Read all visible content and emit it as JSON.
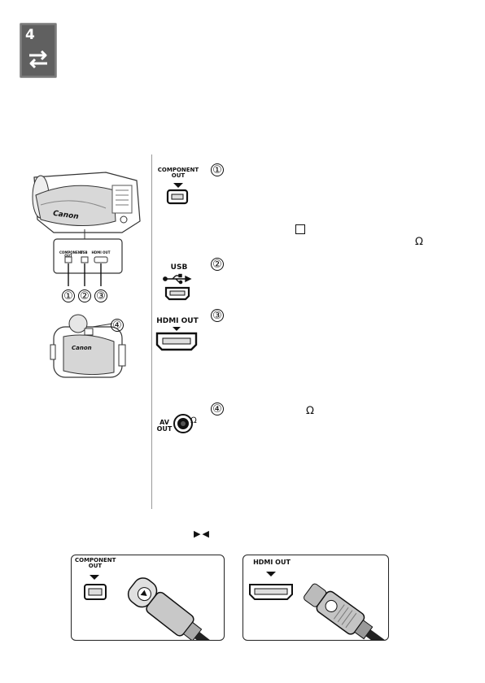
{
  "chapter_tab": {
    "number": "4",
    "icon": "connection-arrows-icon"
  },
  "camera_figures": {
    "brand": "Canon",
    "port_panel": {
      "labels": [
        "COMPONENT OUT",
        "USB",
        "HDMI OUT"
      ],
      "callouts": [
        "①",
        "②",
        "③"
      ]
    },
    "rear_callout": "④"
  },
  "terminals": [
    {
      "callout": "①",
      "label_line1": "COMPONENT",
      "label_line2": "OUT",
      "icon": "component-out-icon"
    },
    {
      "callout": "②",
      "label_line1": "USB",
      "label_line2": "",
      "icon": "usb-mini-icon"
    },
    {
      "callout": "③",
      "label_line1": "HDMI OUT",
      "label_line2": "",
      "icon": "hdmi-port-icon"
    },
    {
      "callout": "④",
      "label_line1": "AV",
      "label_line2": "OUT",
      "icon": "av-out-jack-icon"
    }
  ],
  "inline_symbols": {
    "headphone": "Ω",
    "align_arrows": "▶◀"
  },
  "cable_figures": [
    {
      "label_line1": "COMPONENT",
      "label_line2": "OUT"
    },
    {
      "label_line1": "HDMI OUT",
      "label_line2": ""
    }
  ]
}
